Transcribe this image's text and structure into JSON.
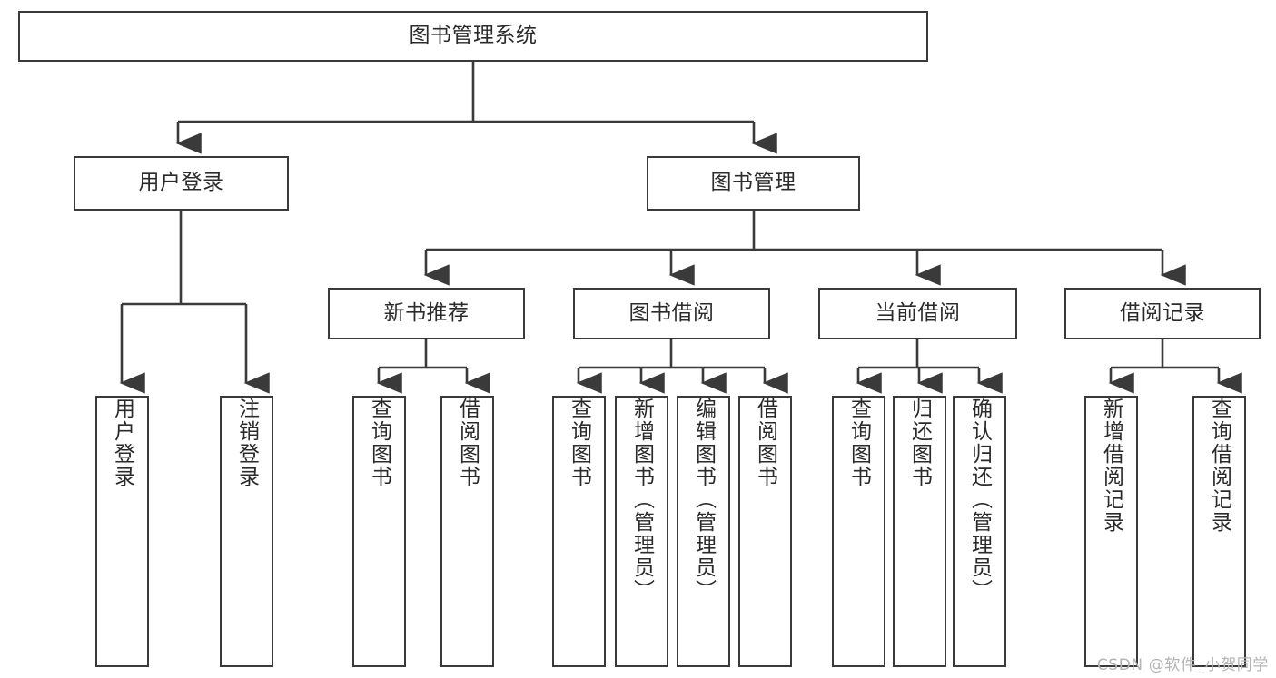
{
  "diagram": {
    "type": "tree-hierarchy",
    "title": "图书管理系统",
    "line_color": "#3a3a3a",
    "box_fill": "#ffffff",
    "text_color": "#2b2b2b",
    "root": {
      "label": "图书管理系统",
      "children": [
        {
          "label": "用户登录",
          "children": [
            {
              "label": "用户登录"
            },
            {
              "label": "注销登录"
            }
          ]
        },
        {
          "label": "图书管理",
          "children": [
            {
              "label": "新书推荐",
              "children": [
                {
                  "label": "查询图书"
                },
                {
                  "label": "借阅图书"
                }
              ]
            },
            {
              "label": "图书借阅",
              "children": [
                {
                  "label": "查询图书"
                },
                {
                  "label": "新增图书（管理员）"
                },
                {
                  "label": "编辑图书（管理员）"
                },
                {
                  "label": "借阅图书"
                }
              ]
            },
            {
              "label": "当前借阅",
              "children": [
                {
                  "label": "查询图书"
                },
                {
                  "label": "归还图书"
                },
                {
                  "label": "确认归还（管理员）"
                }
              ]
            },
            {
              "label": "借阅记录",
              "children": [
                {
                  "label": "新增借阅记录"
                },
                {
                  "label": "查询借阅记录"
                }
              ]
            }
          ]
        }
      ]
    }
  },
  "watermark": {
    "text": "CSDN @软件_小贺同学"
  }
}
